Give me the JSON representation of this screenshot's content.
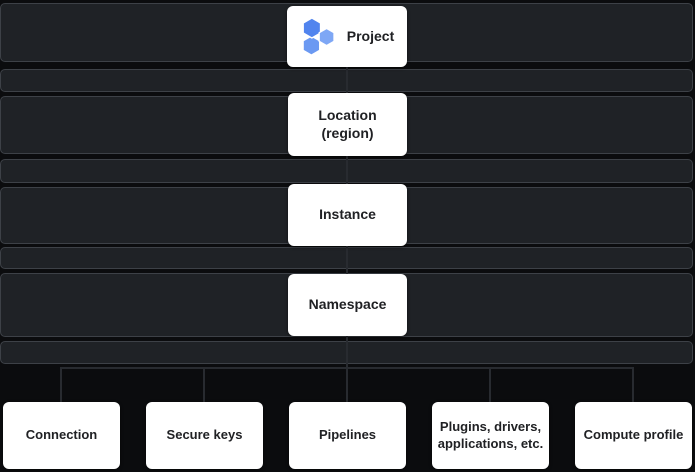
{
  "colors": {
    "background": "#0b0c0e",
    "band_fill": "#1f2226",
    "band_border": "#3d4147",
    "connector": "#282b30",
    "card_background": "#ffffff",
    "card_text": "#202124",
    "hex_dark_blue": "#5184ee",
    "hex_mid_blue": "#6b99f2",
    "hex_light_blue": "#7ea7f5"
  },
  "cards": {
    "project": {
      "label": "Project",
      "icon": "hexagon-cluster-icon"
    },
    "location": {
      "line1": "Location",
      "line2": "(region)"
    },
    "instance": {
      "label": "Instance"
    },
    "namespace": {
      "label": "Namespace"
    },
    "connection": {
      "label": "Connection"
    },
    "secure_keys": {
      "label": "Secure keys"
    },
    "pipelines": {
      "label": "Pipelines"
    },
    "plugins": {
      "line1": "Plugins, drivers,",
      "line2": "applications, etc."
    },
    "compute_profile": {
      "label": "Compute profile"
    }
  }
}
